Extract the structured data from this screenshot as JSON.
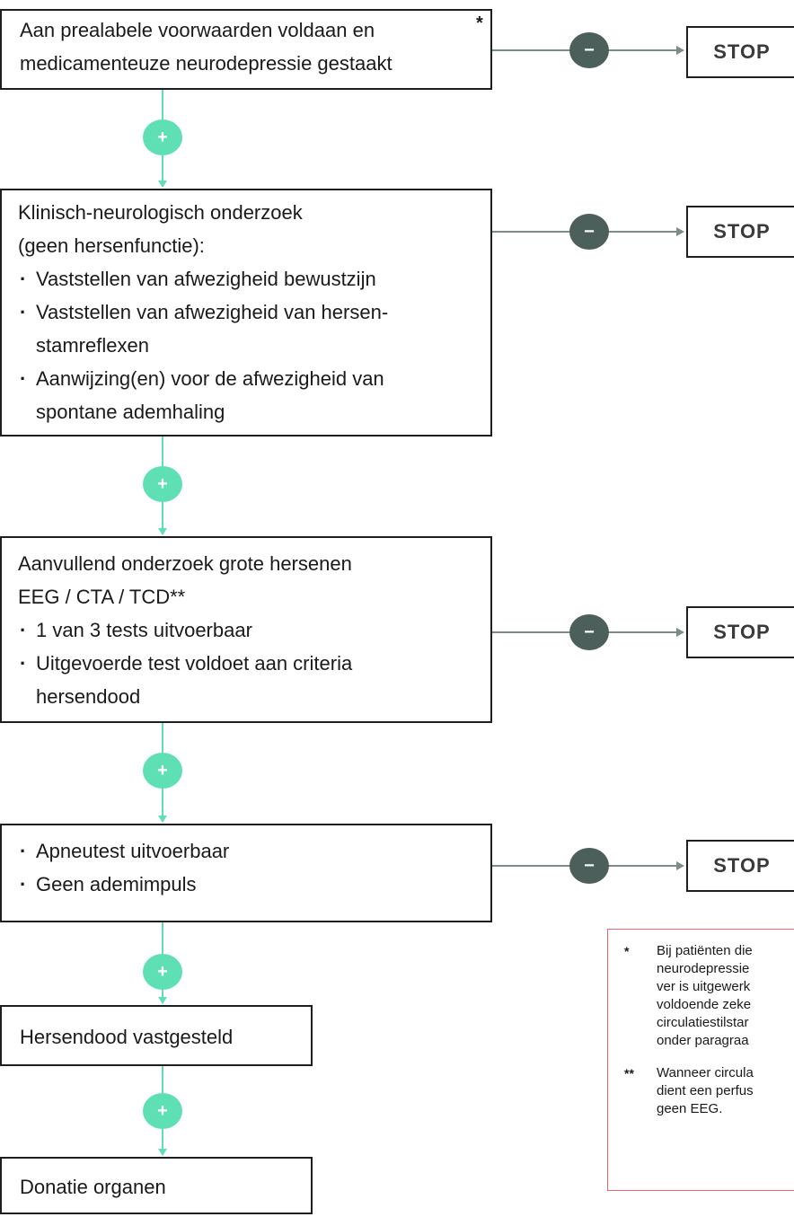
{
  "steps": [
    {
      "lines": [
        "Aan prealabele voorwaarden voldaan en",
        "medicamenteuze neurodepressie gestaakt"
      ],
      "bullets": [],
      "marker": "*"
    },
    {
      "lines": [
        "Klinisch-neurologisch onderzoek",
        "(geen hersenfunctie):"
      ],
      "bullets": [
        [
          "Vaststellen van afwezigheid bewustzijn"
        ],
        [
          "Vaststellen van afwezigheid van hersen-",
          "stamreflexen"
        ],
        [
          "Aanwijzing(en) voor de afwezigheid van",
          "spontane ademhaling"
        ]
      ]
    },
    {
      "lines": [
        "Aanvullend onderzoek grote hersenen",
        "EEG / CTA / TCD**"
      ],
      "bullets": [
        [
          "1 van 3 tests uitvoerbaar"
        ],
        [
          "Uitgevoerde test voldoet aan criteria",
          "hersendood"
        ]
      ]
    },
    {
      "lines": [],
      "bullets": [
        [
          "Apneutest uitvoerbaar"
        ],
        [
          "Geen ademimpuls"
        ]
      ]
    },
    {
      "lines": [
        "Hersendood vastgesteld"
      ],
      "bullets": []
    },
    {
      "lines": [
        "Donatie organen"
      ],
      "bullets": []
    }
  ],
  "stop_label": "STOP",
  "plus_symbol": "+",
  "minus_symbol": "−",
  "footnotes": [
    {
      "mark": "*",
      "lines": [
        "Bij patiënten die",
        "neurodepressie",
        "ver is uitgewerk",
        "voldoende zeke",
        "circulatiestilstar",
        "onder paragraa"
      ]
    },
    {
      "mark": "**",
      "lines": [
        "Wanneer circula",
        "dient een perfus",
        "geen EEG."
      ]
    }
  ],
  "colors": {
    "plus_circle": "#5fe0b4",
    "minus_circle": "#4d5f5a",
    "connector_vertical": "#5fe0b4",
    "connector_horizontal": "#7d8c88",
    "box_border": "#1e1e1e",
    "footnote_border": "#e06a6a"
  }
}
